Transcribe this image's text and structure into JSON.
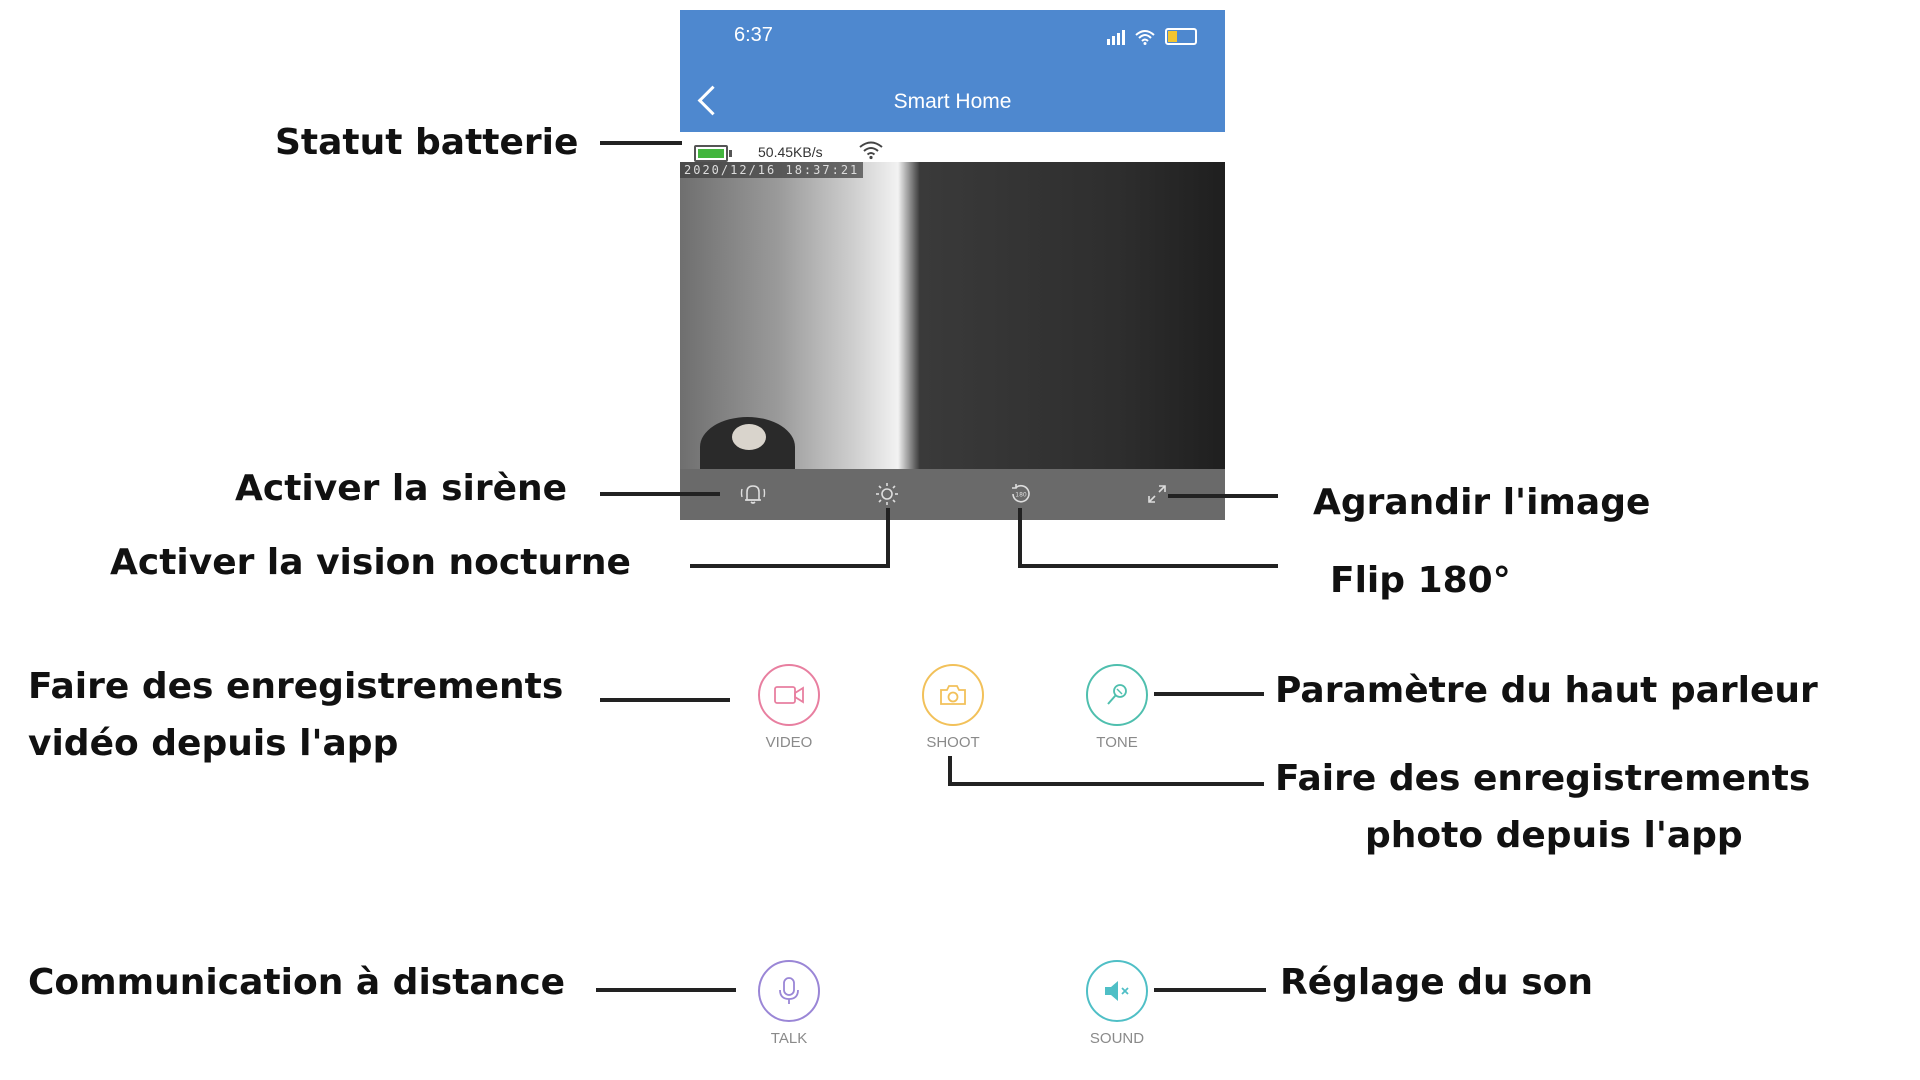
{
  "status_bar": {
    "time": "6:37"
  },
  "nav": {
    "title": "Smart Home"
  },
  "info_bar": {
    "speed": "50.45KB/s"
  },
  "video": {
    "timestamp": "2020/12/16 18:37:21"
  },
  "actions": {
    "video": {
      "label": "VIDEO",
      "color": "#e87fa0"
    },
    "shoot": {
      "label": "SHOOT",
      "color": "#f2c15a"
    },
    "tone": {
      "label": "TONE",
      "color": "#4fbfae"
    },
    "talk": {
      "label": "TALK",
      "color": "#9a86d6"
    },
    "sound": {
      "label": "SOUND",
      "color": "#4fbfc6"
    }
  },
  "annotations": {
    "battery_status": "Statut batterie",
    "siren": "Activer la sirène",
    "night_vision": "Activer la vision nocturne",
    "enlarge": "Agrandir l'image",
    "flip": "Flip 180°",
    "video_record_1": "Faire des enregistrements",
    "video_record_2": "vidéo depuis l'app",
    "speaker_settings": "Paramètre du haut parleur",
    "photo_record_1": "Faire des enregistrements",
    "photo_record_2": "photo depuis l'app",
    "remote_talk": "Communication à distance",
    "sound_setting": "Réglage du son"
  },
  "colors": {
    "header": "#4e88cf",
    "battery_green": "#43b53e",
    "control_bar": "#6a6a6a"
  }
}
